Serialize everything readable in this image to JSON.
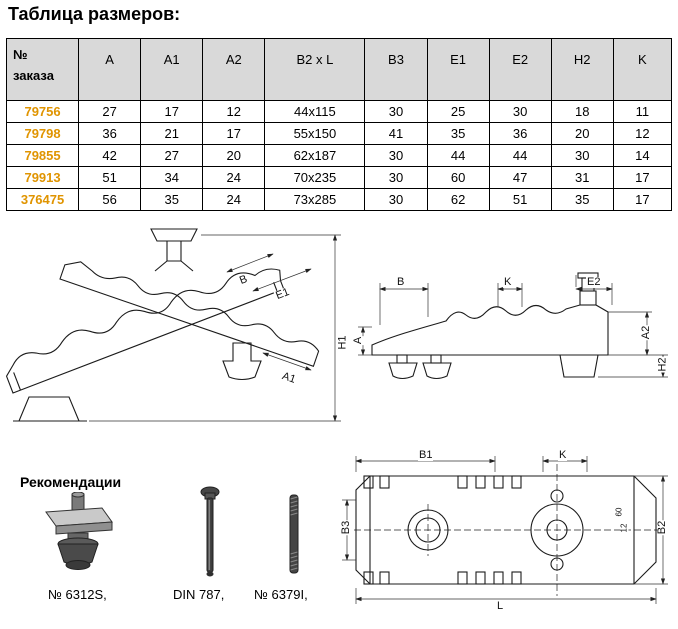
{
  "page": {
    "title": "Таблица размеров:"
  },
  "theme": {
    "accent_color": "#e09400",
    "header_bg": "#d9d9d9",
    "border_color": "#000000"
  },
  "table": {
    "corner": {
      "line1": "№",
      "line2": "заказа"
    },
    "headers": [
      "A",
      "A1",
      "A2",
      "B2 x L",
      "B3",
      "E1",
      "E2",
      "H2",
      "K"
    ],
    "rows": [
      {
        "order": "79756",
        "a": "27",
        "a1": "17",
        "a2": "12",
        "b2l": "44x115",
        "b3": "30",
        "e1": "25",
        "e2": "30",
        "h2": "18",
        "k": "11"
      },
      {
        "order": "79798",
        "a": "36",
        "a1": "21",
        "a2": "17",
        "b2l": "55x150",
        "b3": "41",
        "e1": "35",
        "e2": "36",
        "h2": "20",
        "k": "12"
      },
      {
        "order": "79855",
        "a": "42",
        "a1": "27",
        "a2": "20",
        "b2l": "62x187",
        "b3": "30",
        "e1": "44",
        "e2": "44",
        "h2": "30",
        "k": "14"
      },
      {
        "order": "79913",
        "a": "51",
        "a1": "34",
        "a2": "24",
        "b2l": "70x235",
        "b3": "30",
        "e1": "60",
        "e2": "47",
        "h2": "31",
        "k": "17"
      },
      {
        "order": "376475",
        "a": "56",
        "a1": "35",
        "a2": "24",
        "b2l": "73x285",
        "b3": "30",
        "e1": "62",
        "e2": "51",
        "h2": "35",
        "k": "17"
      }
    ]
  },
  "drawings": {
    "iso_view": {
      "label_b": "B",
      "label_e1": "E1",
      "label_h1": "H1",
      "label_a1": "A1"
    },
    "side_view": {
      "label_b": "B",
      "label_k": "K",
      "label_e2": "E2",
      "label_a": "A",
      "label_a2": "A2",
      "label_h2": "H2"
    },
    "plan_view": {
      "label_b1": "B1",
      "label_k": "K",
      "label_b3": "B3",
      "label_b2": "B2",
      "label_l": "L",
      "label_60": "60",
      "label_12": "12"
    }
  },
  "recommendations": {
    "heading": "Рекомендации",
    "items": [
      {
        "label": "№ 6312S,",
        "icon": "flange-nut"
      },
      {
        "label": "DIN 787,",
        "icon": "t-bolt"
      },
      {
        "label": "№ 6379I,",
        "icon": "stud"
      }
    ]
  }
}
